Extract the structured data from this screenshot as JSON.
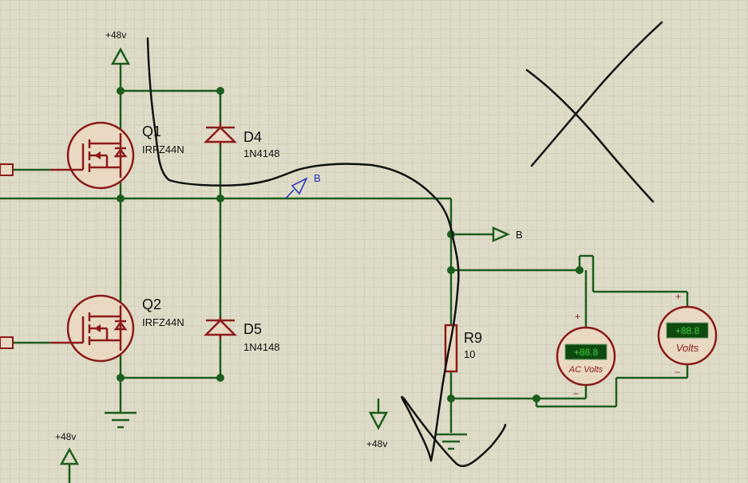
{
  "supplies": {
    "top": "+48v",
    "bottom_left": "+48v",
    "bottom_mid": "+48v"
  },
  "components": {
    "q1": {
      "ref": "Q1",
      "part": "IRFZ44N"
    },
    "q2": {
      "ref": "Q2",
      "part": "IRFZ44N"
    },
    "d4": {
      "ref": "D4",
      "part": "1N4148"
    },
    "d5": {
      "ref": "D5",
      "part": "1N4148"
    },
    "r9": {
      "ref": "R9",
      "value": "10"
    }
  },
  "net_labels": {
    "probe": "B",
    "terminal": "B"
  },
  "meters": {
    "ac": {
      "display": "+88.8",
      "label": "AC Volts",
      "plus": "+",
      "minus": "−"
    },
    "dc": {
      "display": "+88.8",
      "label": "Volts",
      "plus": "+",
      "minus": "−"
    }
  },
  "colors": {
    "background": "#dedcc8",
    "grid": "#c5c3ab",
    "wire": "#1c5e1c",
    "component": "#8b1a1a",
    "component_fill": "#e9d9c3",
    "meter_display": "#0f4a0f",
    "probe": "#2233bb",
    "pen": "#111111"
  }
}
